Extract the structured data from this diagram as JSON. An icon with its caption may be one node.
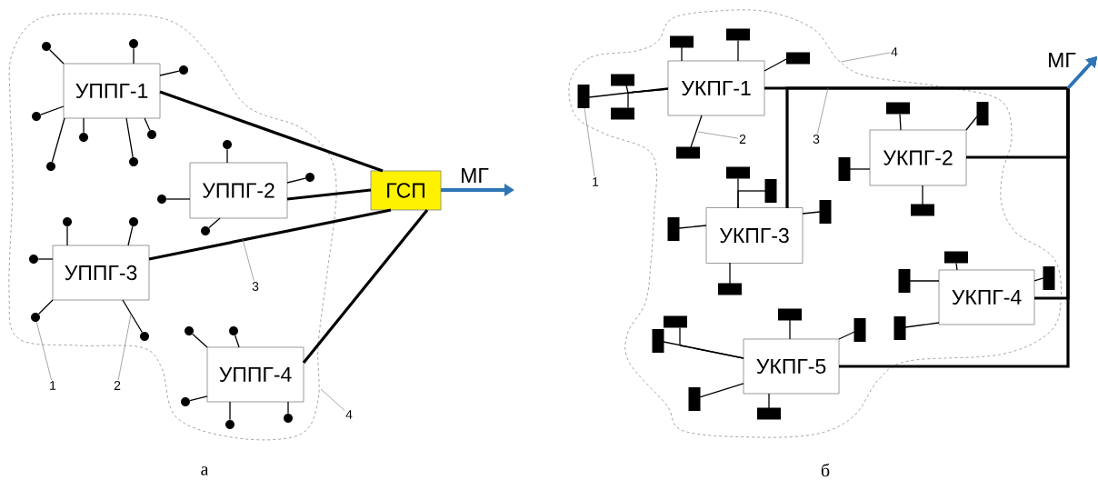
{
  "diagram": {
    "nodes": [
      {
        "text": [
          "УППГ-1"
        ]
      },
      {
        "text": [
          "УППГ-2"
        ]
      },
      {
        "text": [
          "ГСП"
        ]
      },
      {
        "text": [
          "УППГ-3"
        ]
      },
      {
        "text": [
          "УППГ-4"
        ]
      },
      {
        "text": [],
        "shape": "circle"
      },
      {
        "text": [],
        "shape": "circle"
      },
      {
        "text": [],
        "shape": "circle"
      },
      {
        "text": [],
        "shape": "circle"
      },
      {
        "text": [],
        "shape": "circle"
      },
      {
        "text": [],
        "shape": "circle"
      },
      {
        "text": [],
        "shape": "circle"
      },
      {
        "text": [],
        "shape": "circle"
      },
      {
        "text": [],
        "shape": "circle"
      },
      {
        "text": [],
        "shape": "circle"
      },
      {
        "text": [],
        "shape": "circle"
      },
      {
        "text": [],
        "shape": "circle"
      },
      {
        "text": [],
        "shape": "circle"
      },
      {
        "text": [],
        "shape": "circle"
      },
      {
        "text": [],
        "shape": "circle"
      },
      {
        "text": [],
        "shape": "circle"
      },
      {
        "text": [],
        "shape": "circle"
      },
      {
        "text": [],
        "shape": "circle"
      },
      {
        "text": [],
        "shape": "circle"
      },
      {
        "text": [],
        "shape": "circle"
      },
      {
        "text": [],
        "shape": "circle"
      },
      {
        "text": [],
        "shape": "circle"
      },
      {
        "text": [
          "1"
        ]
      },
      {
        "text": [
          "2"
        ]
      },
      {
        "text": [
          "3"
        ]
      },
      {
        "text": [
          "4"
        ]
      },
      {
        "text": [
          "УКПГ-1"
        ]
      },
      {
        "text": [
          "УКПГ-2"
        ]
      },
      {
        "text": [
          "УКПГ-3"
        ]
      },
      {
        "text": [
          "УКПГ-4"
        ]
      },
      {
        "text": [
          "УКПГ-5"
        ]
      },
      {
        "text": [],
        "shape": "bar"
      },
      {
        "text": [],
        "shape": "bar"
      },
      {
        "text": [],
        "shape": "bar"
      },
      {
        "text": [],
        "shape": "bar"
      },
      {
        "text": [],
        "shape": "bar"
      },
      {
        "text": [],
        "shape": "bar"
      },
      {
        "text": [],
        "shape": "bar"
      },
      {
        "text": [],
        "shape": "bar"
      },
      {
        "text": [],
        "shape": "bar"
      },
      {
        "text": [],
        "shape": "bar"
      },
      {
        "text": [],
        "shape": "bar"
      },
      {
        "text": [],
        "shape": "bar"
      },
      {
        "text": [],
        "shape": "bar"
      },
      {
        "text": [],
        "shape": "bar"
      },
      {
        "text": [],
        "shape": "bar"
      },
      {
        "text": [],
        "shape": "bar"
      },
      {
        "text": [],
        "shape": "bar"
      },
      {
        "text": [],
        "shape": "bar"
      },
      {
        "text": [],
        "shape": "bar"
      },
      {
        "text": [],
        "shape": "bar"
      },
      {
        "text": [],
        "shape": "bar"
      },
      {
        "text": [],
        "shape": "bar"
      },
      {
        "text": [],
        "shape": "bar"
      },
      {
        "text": [],
        "shape": "bar"
      },
      {
        "text": [],
        "shape": "bar"
      },
      {
        "text": [],
        "shape": "bar"
      },
      {
        "text": [
          "1"
        ]
      },
      {
        "text": [
          "2"
        ]
      },
      {
        "text": [
          "3"
        ]
      },
      {
        "text": [
          "4"
        ]
      }
    ],
    "edges": [
      {
        "from": 5,
        "to": 0,
        "arrow": "none"
      },
      {
        "from": 6,
        "to": 0,
        "arrow": "none"
      },
      {
        "from": 7,
        "to": 0,
        "arrow": "none"
      },
      {
        "from": 8,
        "to": 0,
        "arrow": "none"
      },
      {
        "from": 9,
        "to": 0,
        "arrow": "none"
      },
      {
        "from": 10,
        "to": 0,
        "arrow": "none"
      },
      {
        "from": 11,
        "to": 1,
        "arrow": "none"
      },
      {
        "from": 12,
        "to": 0,
        "arrow": "none"
      },
      {
        "from": 13,
        "to": 0,
        "arrow": "none"
      },
      {
        "from": 14,
        "to": 1,
        "arrow": "none"
      },
      {
        "from": 15,
        "to": 1,
        "arrow": "none"
      },
      {
        "from": 16,
        "to": 3,
        "arrow": "none"
      },
      {
        "from": 17,
        "to": 3,
        "arrow": "none"
      },
      {
        "from": 18,
        "to": 1,
        "arrow": "none"
      },
      {
        "from": 19,
        "to": 3,
        "arrow": "none"
      },
      {
        "from": 20,
        "to": 3,
        "arrow": "none"
      },
      {
        "from": 21,
        "to": 4,
        "arrow": "none"
      },
      {
        "from": 22,
        "to": 4,
        "arrow": "none"
      },
      {
        "from": 23,
        "to": 3,
        "arrow": "none"
      },
      {
        "from": 24,
        "to": 4,
        "arrow": "none"
      },
      {
        "from": 25,
        "to": 4,
        "arrow": "none"
      },
      {
        "from": 26,
        "to": 4,
        "arrow": "none"
      },
      {
        "from": 0,
        "to": 2,
        "arrow": "none",
        "style": "thick"
      },
      {
        "from": 1,
        "to": 2,
        "arrow": "none",
        "style": "thick"
      },
      {
        "from": 3,
        "to": 2,
        "arrow": "none",
        "style": "thick"
      },
      {
        "from": 4,
        "to": 2,
        "arrow": "none",
        "style": "thick"
      },
      {
        "from": 2,
        "to": null,
        "arrow": "to",
        "label": "МГ",
        "style": "thick",
        "color": "#2e75b6"
      },
      {
        "from": 27,
        "to": 20,
        "arrow": "none",
        "color": "#808080"
      },
      {
        "from": 28,
        "to": null,
        "arrow": "none",
        "color": "#808080"
      },
      {
        "from": 29,
        "to": null,
        "arrow": "none",
        "color": "#808080"
      },
      {
        "from": 30,
        "to": null,
        "arrow": "none",
        "color": "#808080"
      },
      {
        "from": 36,
        "to": 31,
        "arrow": "none"
      },
      {
        "from": 37,
        "to": 31,
        "arrow": "none"
      },
      {
        "from": 38,
        "to": 31,
        "arrow": "none"
      },
      {
        "from": 39,
        "to": 31,
        "arrow": "none"
      },
      {
        "from": 40,
        "to": 31,
        "arrow": "none"
      },
      {
        "from": 41,
        "to": 32,
        "arrow": "none"
      },
      {
        "from": 42,
        "to": 31,
        "arrow": "none"
      },
      {
        "from": 43,
        "to": 32,
        "arrow": "none"
      },
      {
        "from": 44,
        "to": 31,
        "arrow": "none"
      },
      {
        "from": 45,
        "to": 32,
        "arrow": "none"
      },
      {
        "from": 46,
        "to": 33,
        "arrow": "none"
      },
      {
        "from": 47,
        "to": 33,
        "arrow": "none"
      },
      {
        "from": 48,
        "to": 32,
        "arrow": "none"
      },
      {
        "from": 49,
        "to": 33,
        "arrow": "none"
      },
      {
        "from": 50,
        "to": 33,
        "arrow": "none"
      },
      {
        "from": 51,
        "to": 34,
        "arrow": "none"
      },
      {
        "from": 52,
        "to": 34,
        "arrow": "none"
      },
      {
        "from": 53,
        "to": 34,
        "arrow": "none"
      },
      {
        "from": 54,
        "to": 33,
        "arrow": "none"
      },
      {
        "from": 55,
        "to": 35,
        "arrow": "none"
      },
      {
        "from": 56,
        "to": 35,
        "arrow": "none"
      },
      {
        "from": 57,
        "to": 34,
        "arrow": "none"
      },
      {
        "from": 58,
        "to": 35,
        "arrow": "none"
      },
      {
        "from": 59,
        "to": 35,
        "arrow": "none"
      },
      {
        "from": 60,
        "to": 35,
        "arrow": "none"
      },
      {
        "from": 61,
        "to": 35,
        "arrow": "none"
      },
      {
        "from": 31,
        "to": null,
        "arrow": "to",
        "label": "МГ",
        "style": "thick"
      },
      {
        "from": 32,
        "to": null,
        "arrow": "to",
        "style": "thick"
      },
      {
        "from": 33,
        "to": null,
        "arrow": "to",
        "style": "thick"
      },
      {
        "from": 34,
        "to": null,
        "arrow": "to",
        "style": "thick"
      },
      {
        "from": 35,
        "to": null,
        "arrow": "to",
        "style": "thick"
      },
      {
        "from": 62,
        "to": 40,
        "arrow": "none",
        "color": "#808080"
      },
      {
        "from": 63,
        "to": null,
        "arrow": "none",
        "color": "#808080"
      },
      {
        "from": 64,
        "to": null,
        "arrow": "none",
        "color": "#808080"
      },
      {
        "from": 65,
        "to": null,
        "arrow": "none",
        "color": "#808080"
      }
    ],
    "labels": [
      "а",
      "б"
    ]
  }
}
